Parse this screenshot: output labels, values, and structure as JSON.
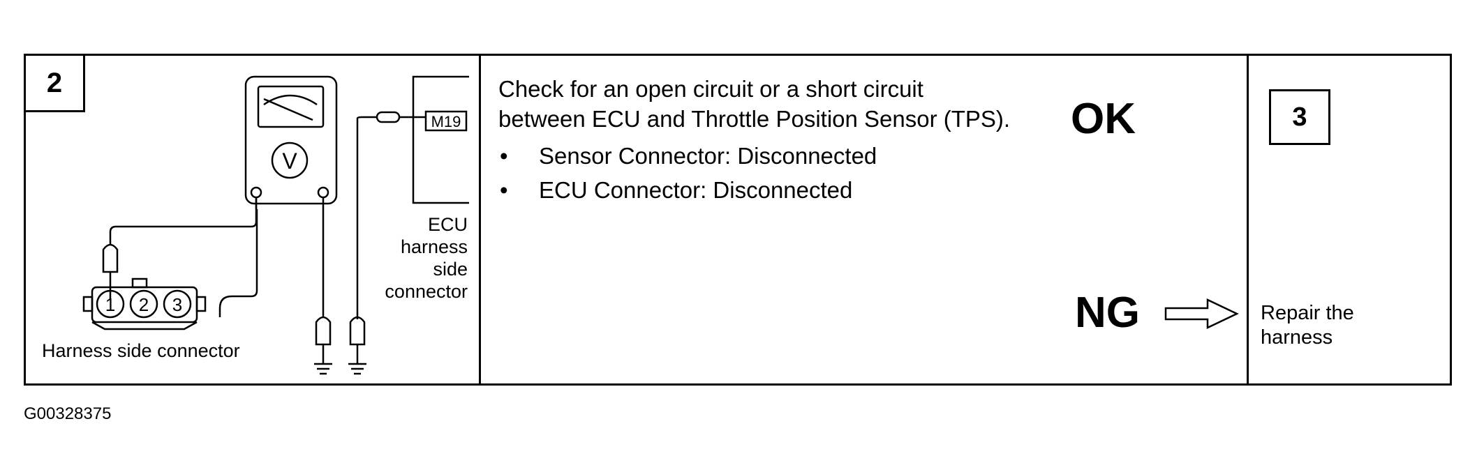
{
  "step": {
    "number": "2"
  },
  "diagram": {
    "meter_symbol": "V",
    "ecu_connector_id": "M19",
    "ecu_label_lines": [
      "ECU",
      "harness",
      "side",
      "connector"
    ],
    "harness_pins": [
      "1",
      "2",
      "3"
    ],
    "harness_label": "Harness side connector"
  },
  "check": {
    "title_line1": "Check for an open circuit or a short circuit",
    "title_line2": "between ECU and Throttle Position Sensor (TPS).",
    "conditions": [
      "Sensor Connector: Disconnected",
      "ECU Connector: Disconnected"
    ]
  },
  "results": {
    "ok": {
      "label": "OK",
      "next_step": "3"
    },
    "ng": {
      "label": "NG",
      "action": "Repair the harness"
    }
  },
  "figure_id": "G00328375"
}
